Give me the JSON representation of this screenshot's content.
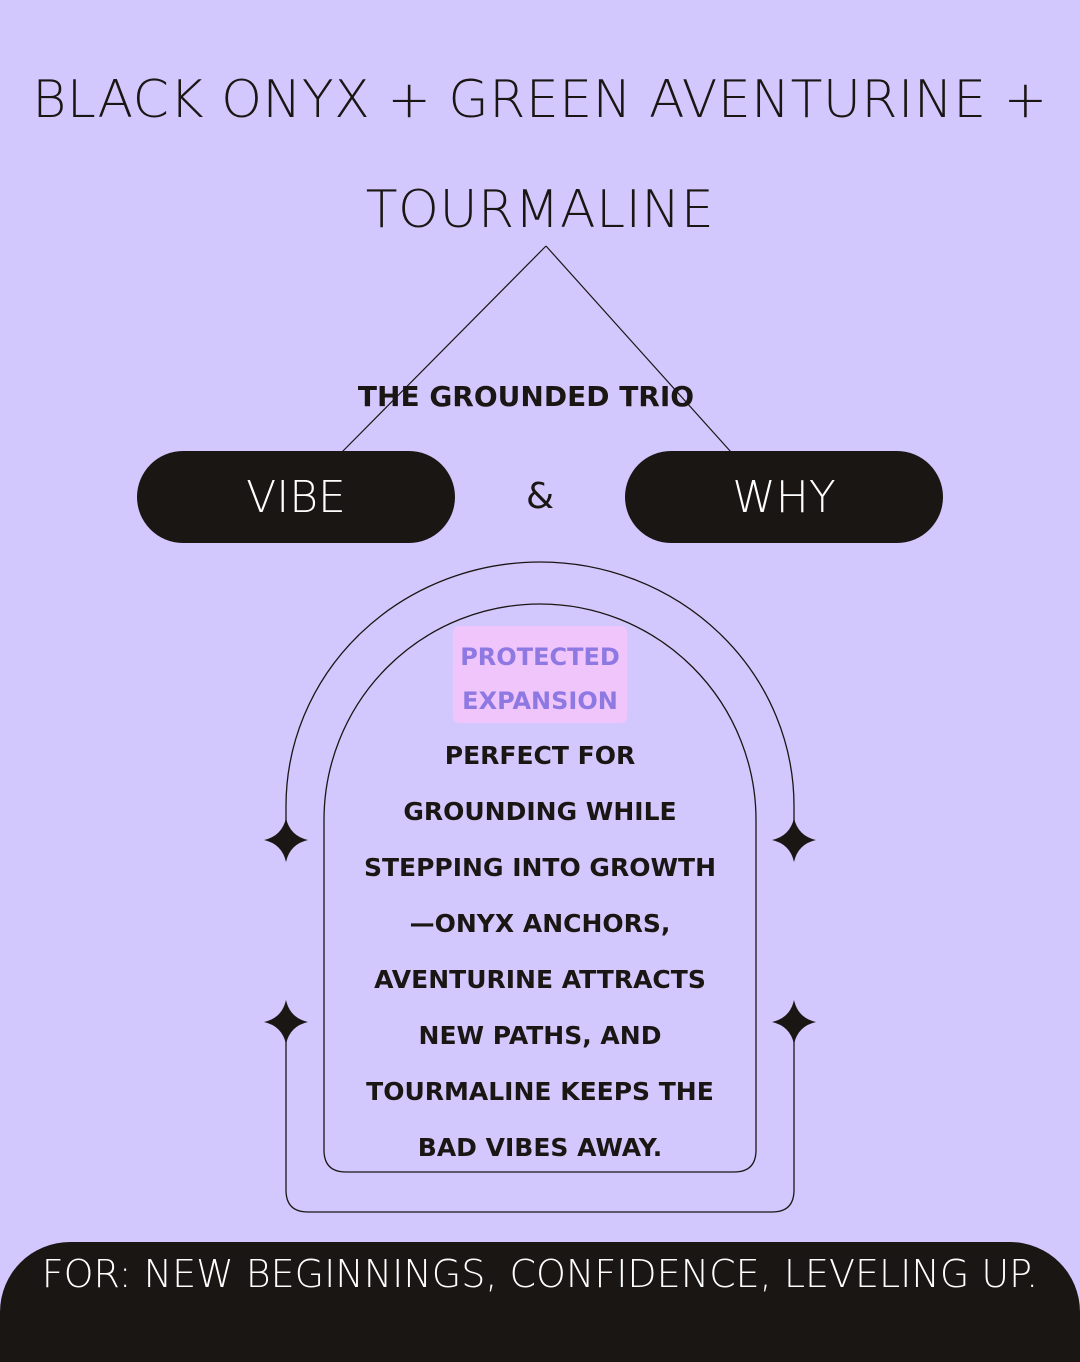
{
  "title": {
    "line1": "BLACK ONYX + GREEN AVENTURINE +",
    "line2": "TOURMALINE"
  },
  "subtitle": "THE GROUNDED TRIO",
  "pills": {
    "left": "VIBE",
    "connector": "&",
    "right": "WHY"
  },
  "badge": {
    "line1": "PROTECTED",
    "line2": "EXPANSION"
  },
  "description": {
    "lines": [
      "PERFECT FOR",
      "GROUNDING WHILE",
      "STEPPING INTO GROWTH",
      "—ONYX ANCHORS,",
      "AVENTURINE ATTRACTS",
      "NEW PATHS, AND",
      "TOURMALINE KEEPS THE",
      "BAD VIBES AWAY."
    ]
  },
  "footer": {
    "text": "FOR: NEW BEGINNINGS, CONFIDENCE, LEVELING UP."
  },
  "icons": {
    "sparkle": "sparkle-icon"
  },
  "colors": {
    "background": "#d2c8fd",
    "ink": "#1a1614",
    "badge_bg": "#efc5fb",
    "badge_text": "#8e78e2",
    "light_text": "#ffffff"
  }
}
